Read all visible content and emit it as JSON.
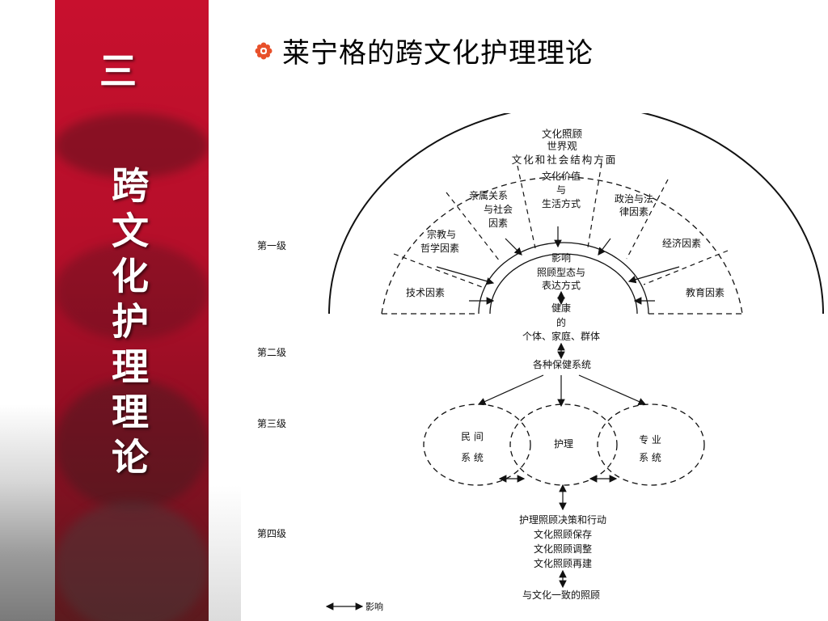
{
  "sidebar": {
    "number": "三",
    "title": "跨文化护理理论"
  },
  "heading": {
    "bullet_icon": "flower-bullet-icon",
    "text": "莱宁格的跨文化护理理论"
  },
  "diagram": {
    "levels": [
      "第一级",
      "第二级",
      "第三级",
      "第四级"
    ],
    "top_labels": [
      "文化照顾",
      "世界观",
      "文化和社会结构方面"
    ],
    "factors": {
      "cultural_values": [
        "文化价值",
        "与",
        "生活方式"
      ],
      "kinship": [
        "亲属关系",
        "与社会",
        "因素"
      ],
      "political": [
        "政治与法",
        "律因素"
      ],
      "religion": [
        "宗教与",
        "哲学因素"
      ],
      "economic": "经济因素",
      "technology": "技术因素",
      "education": "教育因素"
    },
    "center": [
      "影响",
      "照顾型态与",
      "表达方式",
      "健康"
    ],
    "individual": [
      "的",
      "个体、家庭、群体"
    ],
    "health_systems": "各种保健系统",
    "systems": {
      "folk": [
        "民 间",
        "系 统"
      ],
      "nursing": "护理",
      "professional": [
        "专 业",
        "系 统"
      ]
    },
    "actions": [
      "护理照顾决策和行动",
      "文化照顾保存",
      "文化照顾调整",
      "文化照顾再建"
    ],
    "outcome": "与文化一致的照顾",
    "legend": "影响"
  },
  "colors": {
    "banner_red": "#c8102e",
    "bullet_orange": "#e8502a"
  }
}
